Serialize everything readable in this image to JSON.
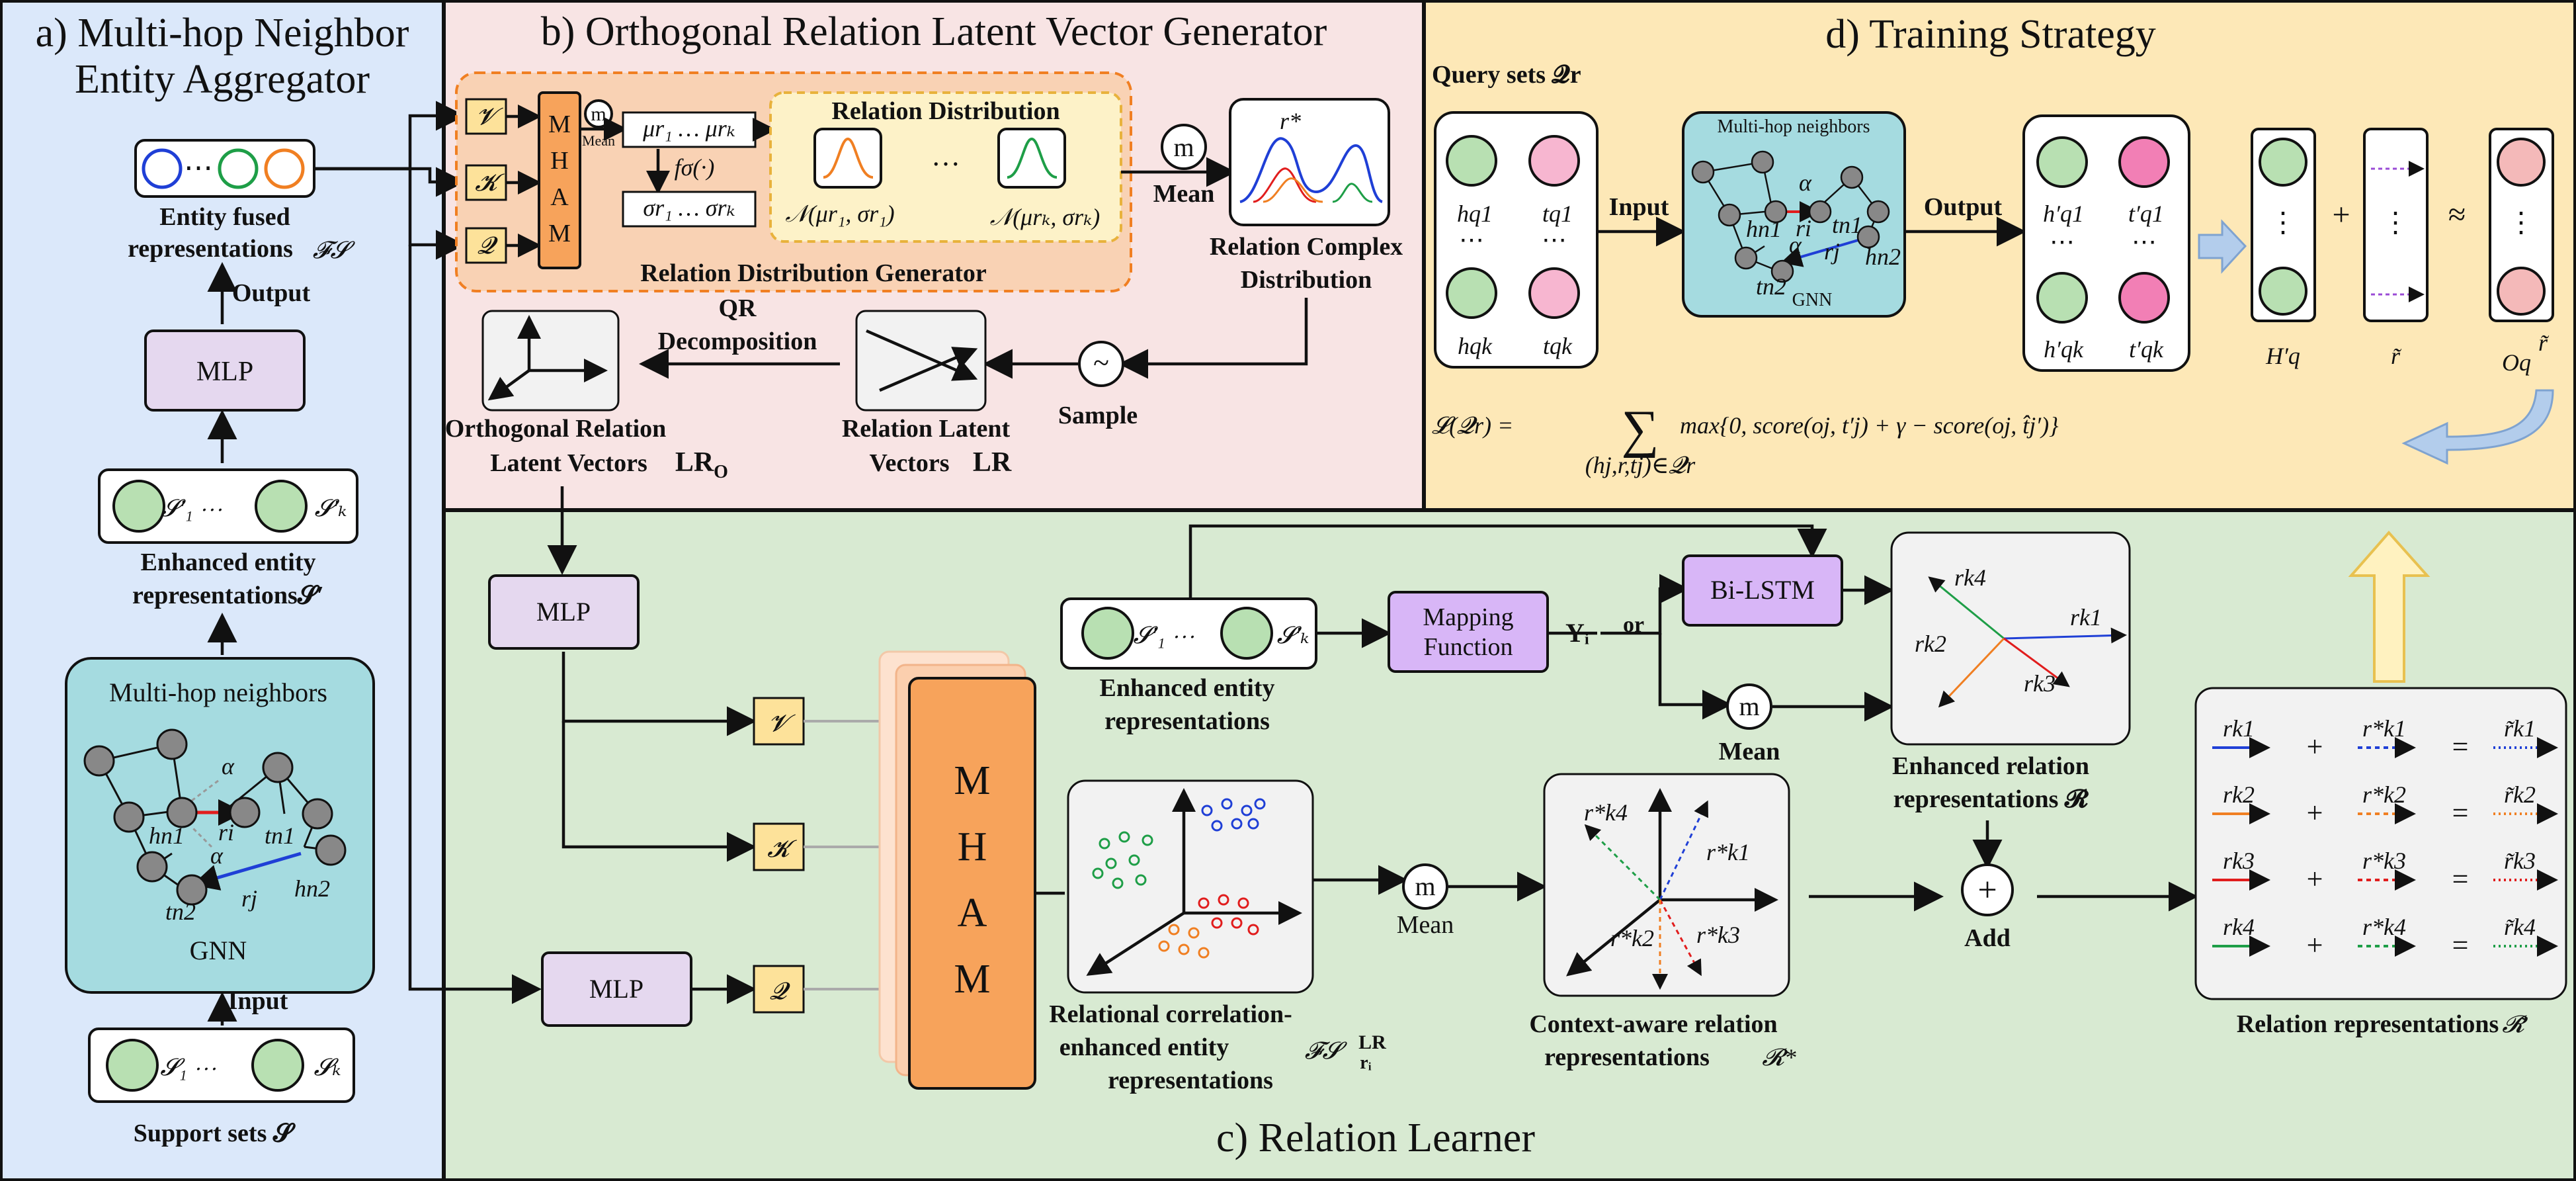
{
  "panels": {
    "a": {
      "title_line1": "a) Multi-hop Neighbor",
      "title_line2": "Entity Aggregator"
    },
    "b": {
      "title": "b) Orthogonal Relation Latent Vector Generator"
    },
    "c": {
      "title": "c) Relation Learner"
    },
    "d": {
      "title": "d) Training Strategy"
    }
  },
  "a": {
    "efr_line1": "Entity fused",
    "efr_line2": "representations",
    "efr_sym": "𝓕𝓢",
    "output": "Output",
    "mlp": "MLP",
    "ent1": "𝓢′₁ ⋯",
    "ent2": "𝓢′ₖ",
    "enh_line1": "Enhanced entity",
    "enh_line2": "representations𝓢′",
    "mhn": "Multi-hop neighbors",
    "gnn": "GNN",
    "hn1": "hn1",
    "hn2": "hn2",
    "tn1": "tn1",
    "tn2": "tn2",
    "ri": "ri",
    "rj": "rj",
    "alpha": "α",
    "input": "Input",
    "sup1": "𝓢₁ ⋯",
    "sup2": "𝓢ₖ",
    "sup_label": "Support sets 𝓢"
  },
  "b": {
    "v": "𝓥",
    "k": "𝓚",
    "q": "𝓠",
    "mham": [
      "M",
      "H",
      "A",
      "M"
    ],
    "m": "m",
    "mean": "Mean",
    "mu": "μr₁ … μrₖ",
    "f": "fσ(·)",
    "sigma": "σr₁ … σrₖ",
    "rel_dist": "Relation Distribution",
    "n1": "𝒩(μr₁, σr₁)",
    "dots": "…",
    "n2": "𝒩(μrₖ, σrₖ)",
    "rdg": "Relation Distribution Generator",
    "mean2": "Mean",
    "rstar": "r*",
    "rcd1": "Relation Complex",
    "rcd2": "Distribution",
    "tilde": "~",
    "sample": "Sample",
    "qr1": "QR",
    "qr2": "Decomposition",
    "orlv1": "Orthogonal Relation",
    "orlv2": "Latent Vectors",
    "lro": "LR",
    "lro_sub": "O",
    "rlv1": "Relation Latent",
    "rlv2": "Vectors",
    "lr": "LR"
  },
  "c": {
    "mlp1": "MLP",
    "mlp2": "MLP",
    "v": "𝓥",
    "k": "𝓚",
    "q": "𝓠",
    "mham": [
      "M",
      "H",
      "A",
      "M"
    ],
    "ent1": "𝓢′₁ ⋯",
    "ent2": "𝓢′ₖ",
    "enh1": "Enhanced entity",
    "enh2": "representations",
    "map1": "Mapping",
    "map2": "Function",
    "yi": "Yᵢ",
    "or": "or",
    "bilstm": "Bi-LSTM",
    "m": "m",
    "mean": "Mean",
    "rk1": "rk1",
    "rk2": "rk2",
    "rk3": "rk3",
    "rk4": "rk4",
    "err1": "Enhanced relation",
    "err2": "representations 𝓡",
    "rce1": "Relational correlation-",
    "rce2": "enhanced entity",
    "rce3": "representations",
    "fsr": "𝓕𝓢",
    "fsr_sup": "LR",
    "fsr_sub": "rᵢ",
    "m2": "m",
    "mean2": "Mean",
    "rs1": "r*k1",
    "rs2": "r*k2",
    "rs3": "r*k3",
    "rs4": "r*k4",
    "car1": "Context-aware relation",
    "car2": "representations",
    "rstar": "𝓡*",
    "plus": "+",
    "add": "Add",
    "rows": [
      {
        "a": "rk1",
        "b": "r*k1",
        "c": "r̃k1",
        "color": "#1f3fd6"
      },
      {
        "a": "rk2",
        "b": "r*k2",
        "c": "r̃k2",
        "color": "#f07f22"
      },
      {
        "a": "rk3",
        "b": "r*k3",
        "c": "r̃k3",
        "color": "#e11d1d"
      },
      {
        "a": "rk4",
        "b": "r*k4",
        "c": "r̃k4",
        "color": "#1e9e47"
      }
    ],
    "eq": "=",
    "relrep": "Relation representations",
    "relrep_sym": "𝓡̃"
  },
  "d": {
    "qs": "Query sets 𝓠r",
    "hq1": "hq1",
    "tq1": "tq1",
    "hqk": "hqk",
    "tqk": "tqk",
    "vdots": "⋯",
    "input": "Input",
    "output": "Output",
    "mhn": "Multi-hop neighbors",
    "gnn": "GNN",
    "hq1p": "h′q1",
    "tq1p": "t′q1",
    "hqkp": "h′qk",
    "tqkp": "t′qk",
    "hq": "H′q",
    "plus": "+",
    "rt": "r̃",
    "approx": "≈",
    "oq": "Oq",
    "oq_sup": "r̃",
    "loss_lhs": "𝓛(𝓠r) =",
    "sum": "∑",
    "sum_sub": "(hj,r,tj)∈𝓠r",
    "loss_rhs": "max{0, score(oj, t′j) + γ − score(oj, t̂j′)}"
  },
  "colors": {
    "panel_a": "#dbe8fa",
    "panel_b": "#f8e4e4",
    "panel_c": "#d8ead2",
    "panel_d": "#fde8b7",
    "mham": "#f7a35b",
    "mlp": "#e5d8ef",
    "purple": "#d8b6f7",
    "gnn": "#a5dbe0",
    "green": "#b8e0b2",
    "pink": "#f7b6d0",
    "vkq": "#fde29a"
  }
}
